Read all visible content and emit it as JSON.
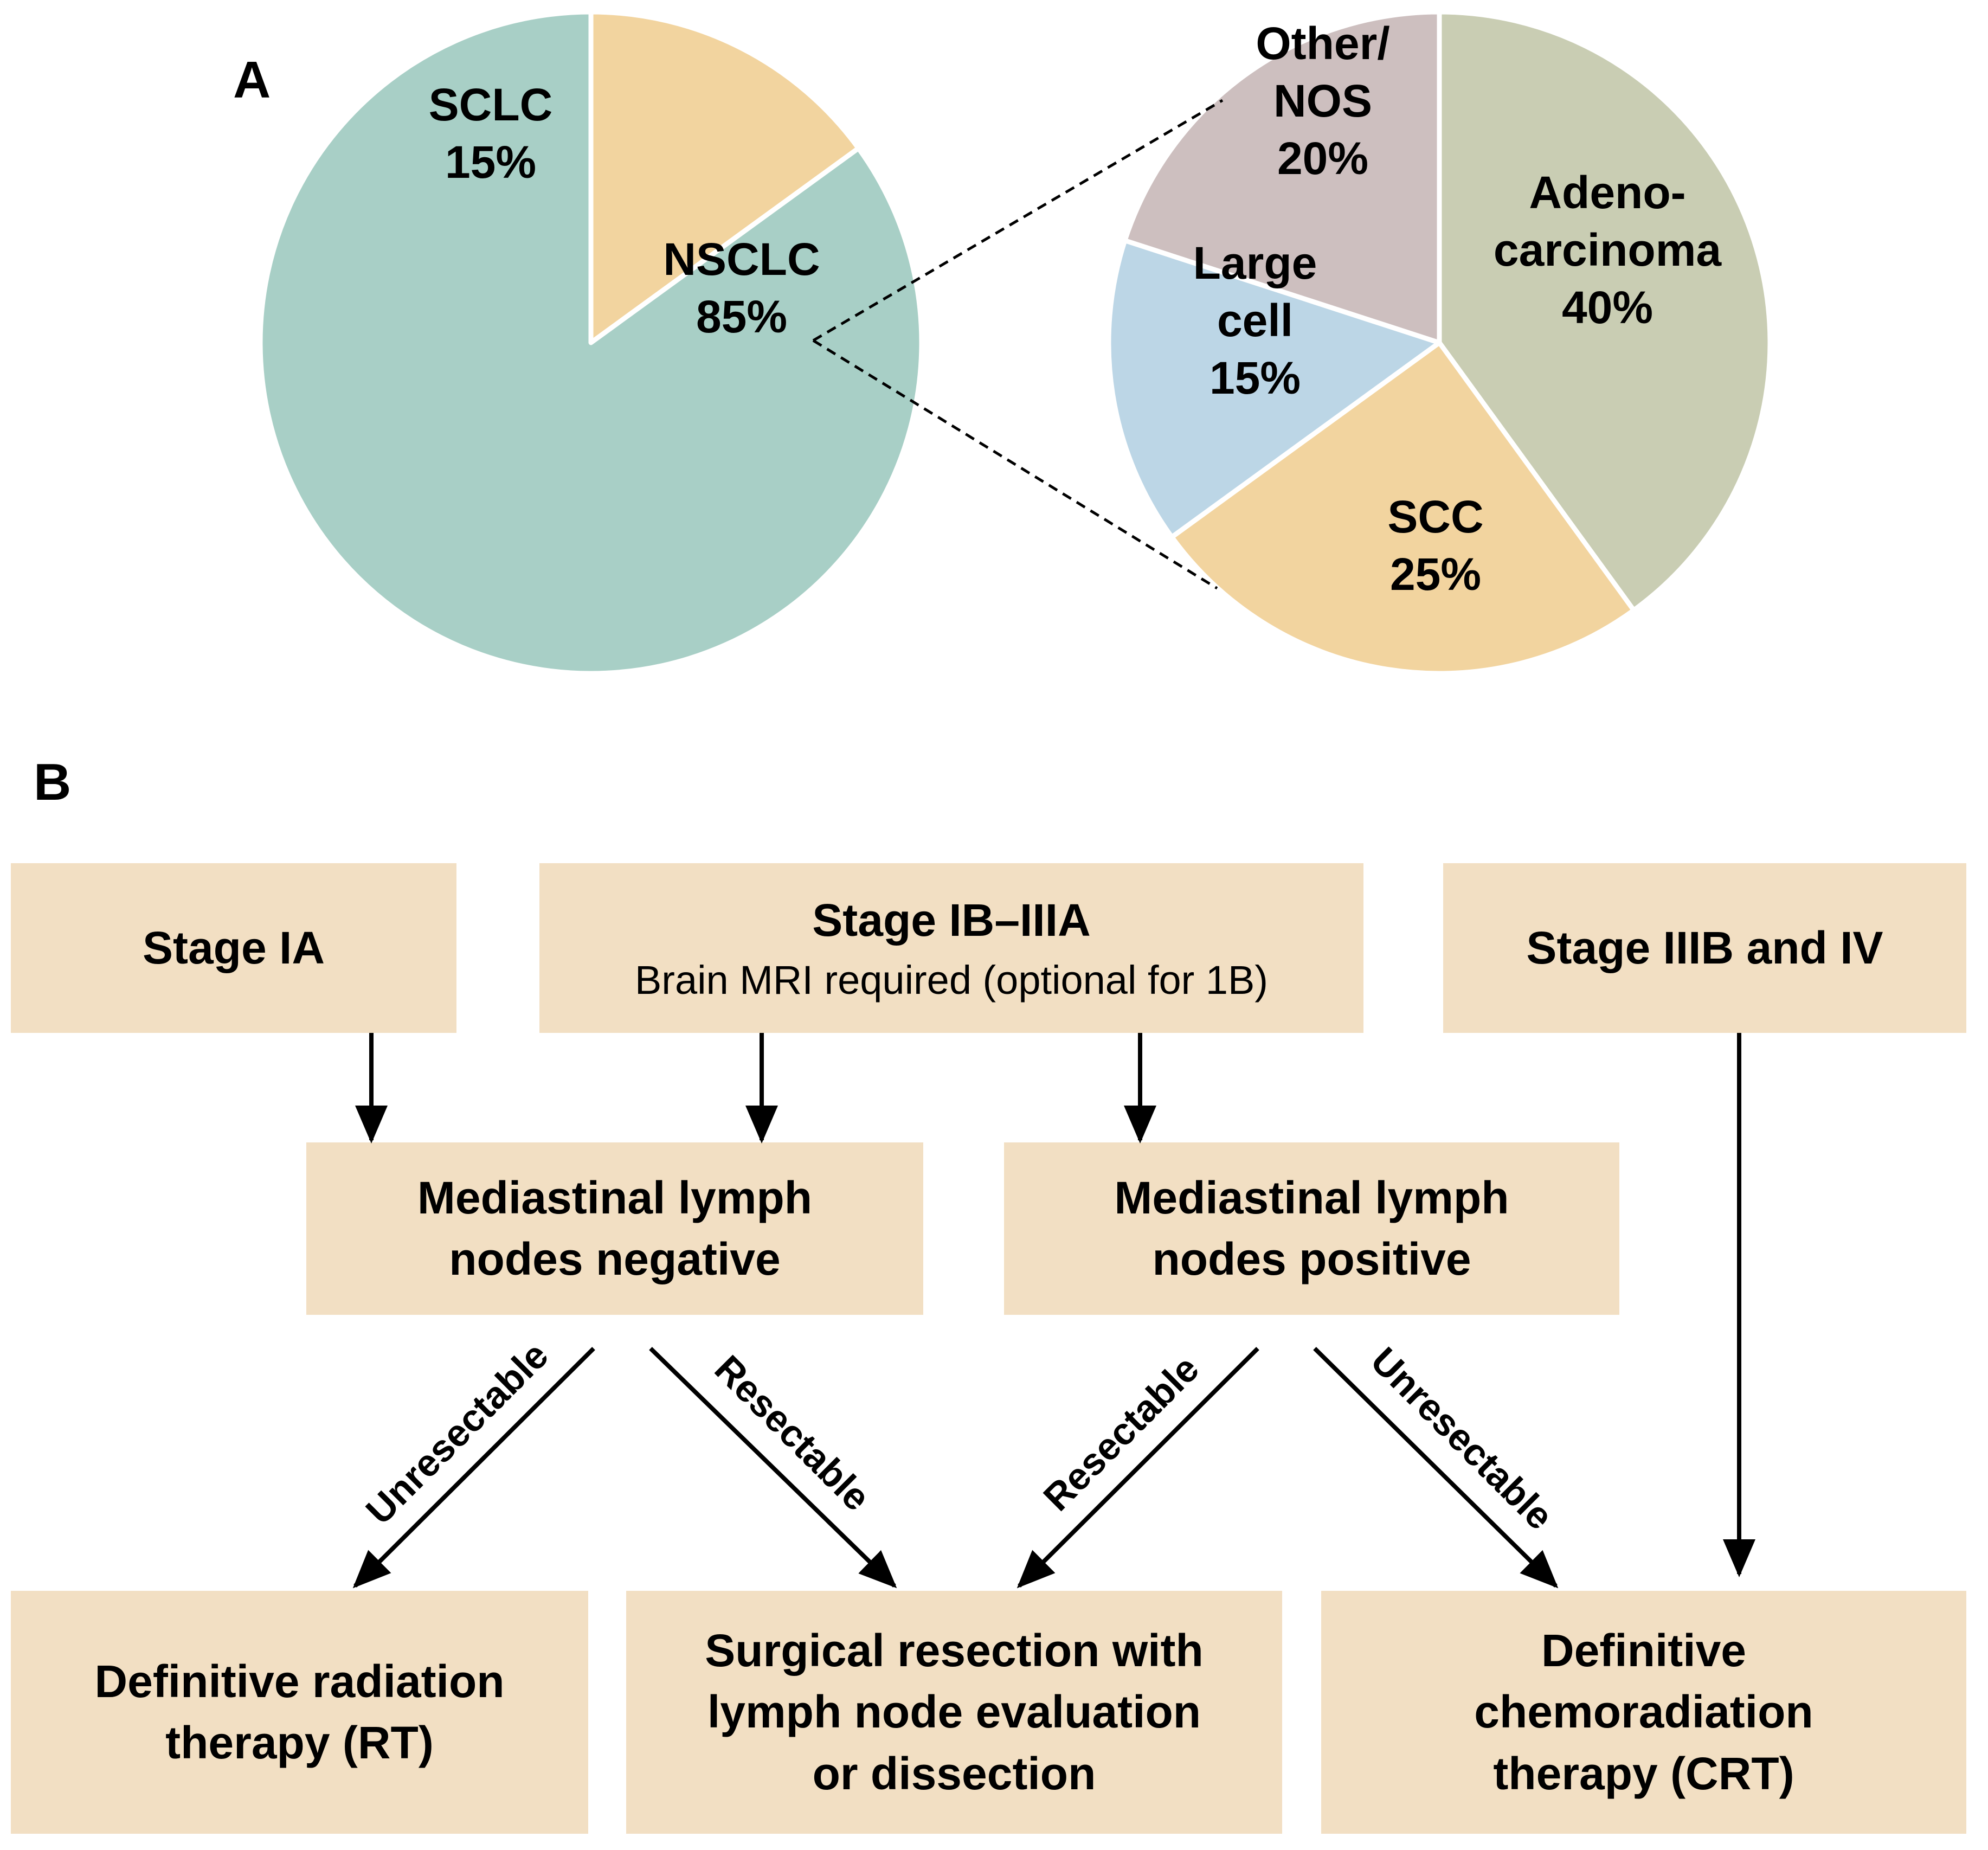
{
  "panel_a": {
    "letter": "A",
    "chart_data": [
      {
        "type": "pie",
        "slices": [
          {
            "label_lines": [
              "SCLC",
              "15%"
            ],
            "value": 15,
            "color": "#f2d49f"
          },
          {
            "label_lines": [
              "NSCLC",
              "85%"
            ],
            "value": 85,
            "color": "#a8cfc6"
          }
        ]
      },
      {
        "type": "pie",
        "slices": [
          {
            "label_lines": [
              "Adeno-",
              "carcinoma",
              "40%"
            ],
            "value": 40,
            "color": "#c9cdb3"
          },
          {
            "label_lines": [
              "SCC",
              "25%"
            ],
            "value": 25,
            "color": "#f2d49f"
          },
          {
            "label_lines": [
              "Large",
              "cell",
              "15%"
            ],
            "value": 15,
            "color": "#bcd6e6"
          },
          {
            "label_lines": [
              "Other/",
              "NOS",
              "20%"
            ],
            "value": 20,
            "color": "#cdbfbf"
          }
        ]
      }
    ]
  },
  "panel_b": {
    "letter": "B",
    "stage_ia": "Stage IA",
    "stage_ib_iiia": "Stage IB–IIIA",
    "stage_ib_iiia_note": "Brain MRI required (optional for 1B)",
    "stage_iiib_iv": "Stage IIIB and IV",
    "nodes_negative": "Mediastinal lymph\nnodes negative",
    "nodes_positive": "Mediastinal lymph\nnodes positive",
    "radiation": "Definitive radiation\ntherapy (RT)",
    "surgery": "Surgical resection with\nlymph node evaluation\nor dissection",
    "chemoradiation": "Definitive\nchemoradiation\ntherapy (CRT)",
    "edge_unresectable": "Unresectable",
    "edge_resectable": "Resectable"
  }
}
